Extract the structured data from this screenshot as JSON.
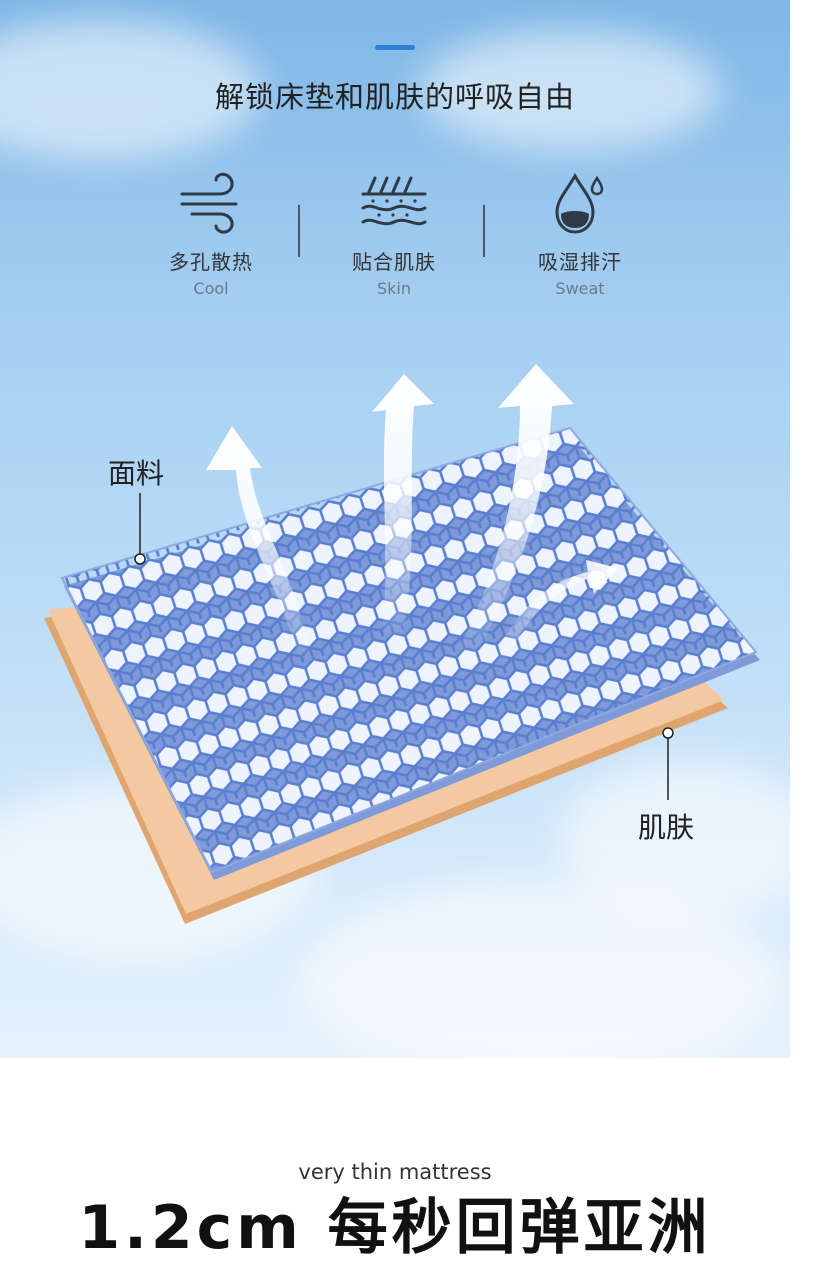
{
  "hero": {
    "headline": "解锁床垫和肌肤的呼吸自由"
  },
  "features": [
    {
      "icon": "wind-icon",
      "title": "多孔散热",
      "subtitle": "Cool"
    },
    {
      "icon": "skin-layers-icon",
      "title": "贴合肌肤",
      "subtitle": "Skin"
    },
    {
      "icon": "water-drop-icon",
      "title": "吸湿排汗",
      "subtitle": "Sweat"
    }
  ],
  "illustration": {
    "label_fabric": "面料",
    "label_skin": "肌肤"
  },
  "next_section": {
    "subtitle": "very thin mattress",
    "title": "1.2cm 每秒回弹亚洲"
  },
  "colors": {
    "accent": "#2d7fd8",
    "skin_layer": "#f2c9a0",
    "hex_stroke": "#5b7fd0",
    "text_dark": "#222222"
  }
}
